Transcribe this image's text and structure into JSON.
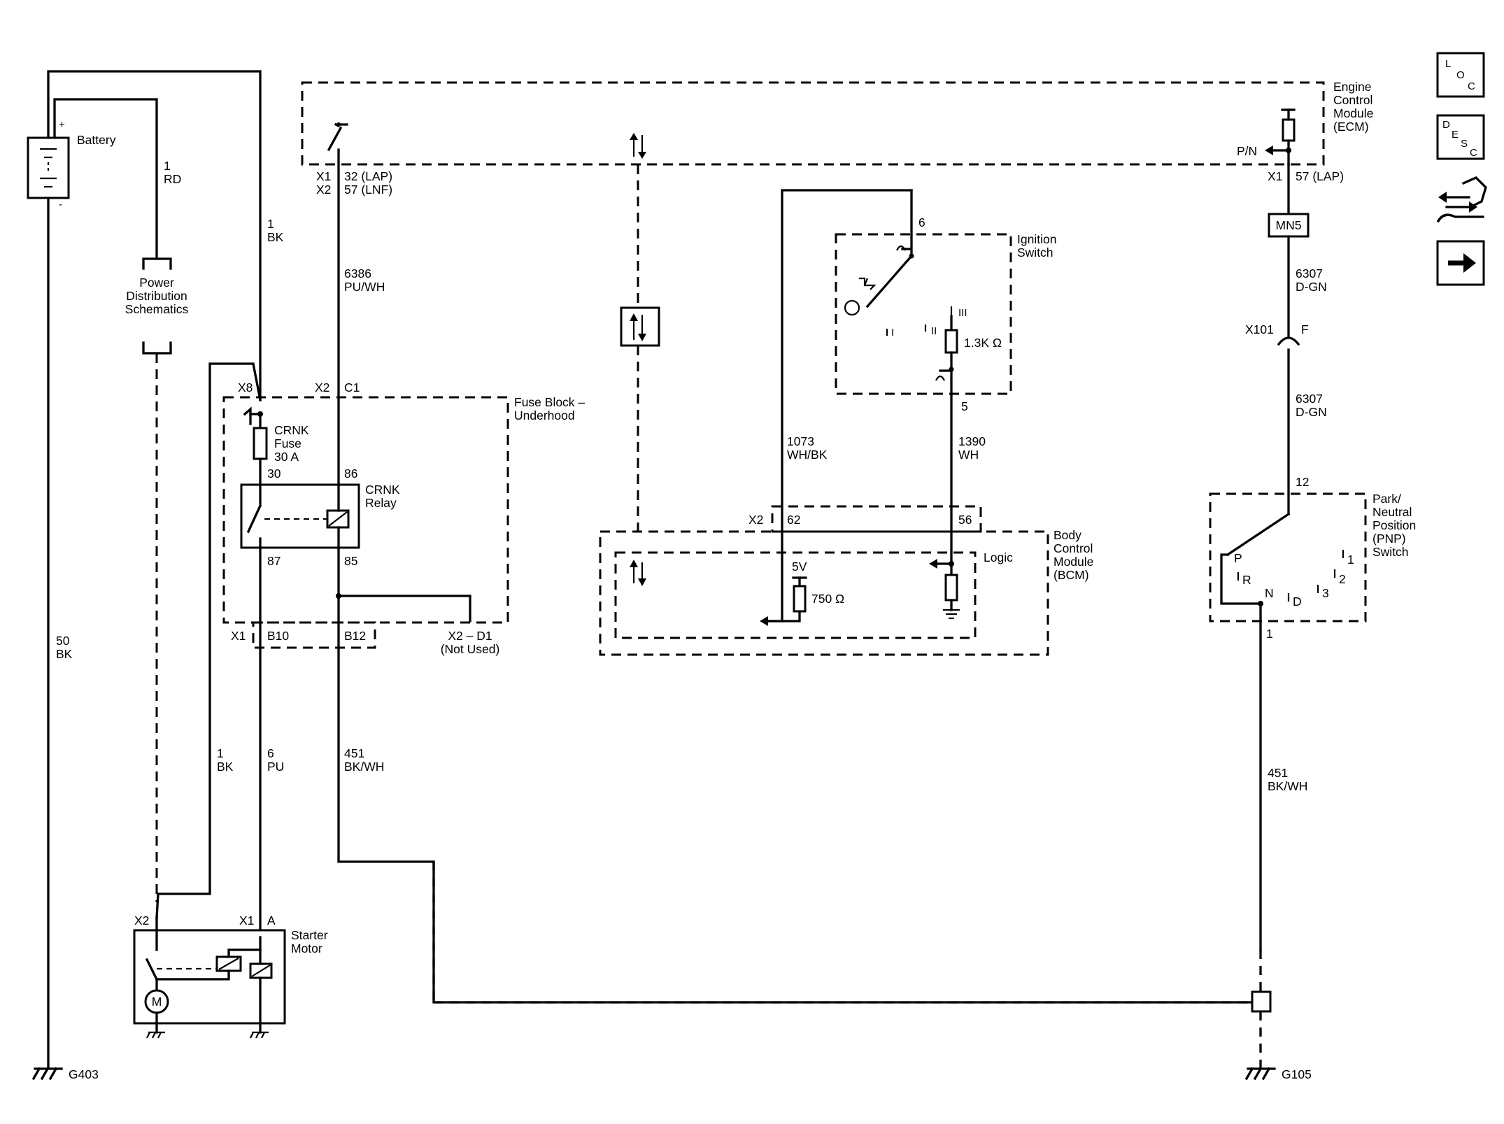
{
  "battery": {
    "label": "Battery",
    "plus": "+",
    "minus": "-"
  },
  "wires": {
    "w1rd": {
      "num": "1",
      "color": "RD"
    },
    "w1bk": {
      "num": "1",
      "color": "BK"
    },
    "w50bk": {
      "num": "50",
      "color": "BK"
    },
    "w6386": {
      "num": "6386",
      "color": "PU/WH"
    },
    "w1bk2": {
      "num": "1",
      "color": "BK"
    },
    "w6pu": {
      "num": "6",
      "color": "PU"
    },
    "w451a": {
      "num": "451",
      "color": "BK/WH"
    },
    "w1073": {
      "num": "1073",
      "color": "WH/BK"
    },
    "w1390": {
      "num": "1390",
      "color": "WH"
    },
    "w6307a": {
      "num": "6307",
      "color": "D-GN"
    },
    "w6307b": {
      "num": "6307",
      "color": "D-GN"
    },
    "w451b": {
      "num": "451",
      "color": "BK/WH"
    }
  },
  "pds": {
    "line1": "Power",
    "line2": "Distribution",
    "line3": "Schematics"
  },
  "ecm": {
    "line1": "Engine",
    "line2": "Control",
    "line3": "Module",
    "line4": "(ECM)",
    "pin_x1": "X1",
    "pin_x1_val": "32 (LAP)",
    "pin_x2": "X2",
    "pin_x2_val": "57 (LNF)",
    "pn": "P/N",
    "pin_right_conn": "X1",
    "pin_right_val": "57 (LAP)"
  },
  "fuse_block": {
    "title1": "Fuse Block –",
    "title2": "Underhood",
    "x8": "X8",
    "x2": "X2",
    "c1": "C1",
    "fuse_line1": "CRNK",
    "fuse_line2": "Fuse",
    "fuse_line3": "30 A",
    "relay_line1": "CRNK",
    "relay_line2": "Relay",
    "p30": "30",
    "p86": "86",
    "p87": "87",
    "p85": "85",
    "x1": "X1",
    "b10": "B10",
    "b12": "B12",
    "x2d1": "X2 – D1",
    "not_used": "(Not Used)"
  },
  "ignition": {
    "line1": "Ignition",
    "line2": "Switch",
    "pin6": "6",
    "pin5": "5",
    "pos1": "I",
    "pos2": "II",
    "pos3": "III",
    "res": "1.3K Ω"
  },
  "bcm": {
    "line1": "Body",
    "line2": "Control",
    "line3": "Module",
    "line4": "(BCM)",
    "logic": "Logic",
    "x2": "X2",
    "p62": "62",
    "p56": "56",
    "v5": "5V",
    "res": "750 Ω"
  },
  "mn5": "MN5",
  "x101": {
    "conn": "X101",
    "pin": "F"
  },
  "pnp": {
    "line1": "Park/",
    "line2": "Neutral",
    "line3": "Position",
    "line4": "(PNP)",
    "line5": "Switch",
    "p12": "12",
    "p1": "1",
    "P": "P",
    "R": "R",
    "N": "N",
    "D": "D",
    "n3": "3",
    "n2": "2",
    "n1": "1"
  },
  "starter": {
    "line1": "Starter",
    "line2": "Motor",
    "x2": "X2",
    "x1": "X1",
    "a": "A",
    "m": "M"
  },
  "grounds": {
    "g403": "G403",
    "g105": "G105"
  },
  "icons": {
    "loc": {
      "l1": "L",
      "l2": "O",
      "l3": "C"
    },
    "desc": {
      "l1": "D",
      "l2": "E",
      "l3": "S",
      "l4": "C"
    }
  }
}
